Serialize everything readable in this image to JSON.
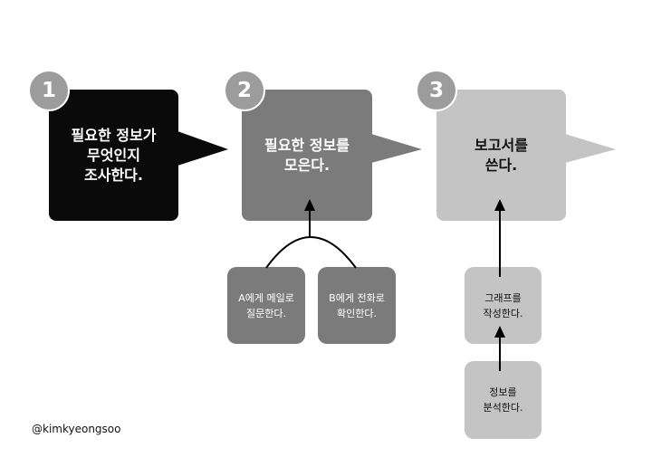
{
  "steps": [
    {
      "number": "1",
      "text": "필요한 정보가\n무엇인지\n조사한다.",
      "color": "#0a0a0a",
      "text_color": "#ffffff"
    },
    {
      "number": "2",
      "text": "필요한 정보를\n모은다.",
      "color": "#7b7b7b",
      "text_color": "#ffffff"
    },
    {
      "number": "3",
      "text": "보고서를\n쓴다.",
      "color": "#c4c4c4",
      "text_color": "#111111"
    }
  ],
  "substeps": {
    "mail": "A에게 메일로\n질문한다.",
    "phone": "B에게 전화로\n확인한다.",
    "graph": "그래프를\n작성한다.",
    "analyze": "정보를\n분석한다."
  },
  "credit": "@kimkyeongsoo",
  "colors": {
    "substep_dark": "#7b7b7b",
    "substep_light": "#c4c4c4",
    "badge": "#9c9c9c",
    "arrow": "#000000"
  }
}
